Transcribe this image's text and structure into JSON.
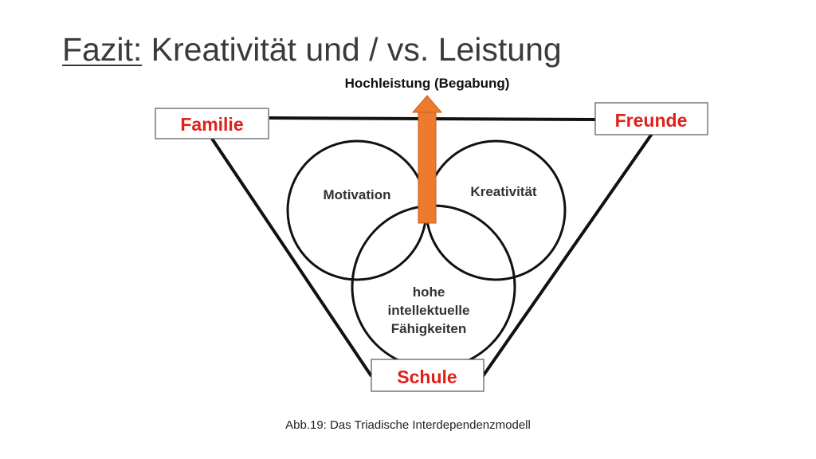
{
  "slide": {
    "title_lead": "Fazit:",
    "title_rest": " Kreativität und / vs. Leistung",
    "caption": "Abb.19: Das Triadische Interdependenzmodell"
  },
  "diagram": {
    "top_label": "Hochleistung (Begabung)",
    "boxes": {
      "familie": "Familie",
      "freunde": "Freunde",
      "schule": "Schule"
    },
    "circles": {
      "motivation": "Motivation",
      "kreativitaet": "Kreativität",
      "intellect_line1": "hohe",
      "intellect_line2": "intellektuelle",
      "intellect_line3": "Fähigkeiten"
    },
    "colors": {
      "box_text": "#e0201b",
      "arrow": "#ee7a2e",
      "stroke": "#111111",
      "box_border": "#555555"
    }
  }
}
